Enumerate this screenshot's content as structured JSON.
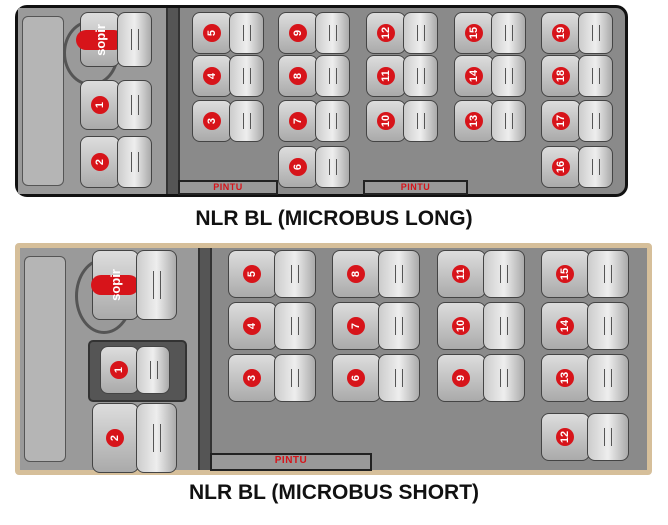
{
  "layouts": [
    {
      "title": "NLR BL (MICROBUS LONG)",
      "driver_label": "sopir",
      "door_label": "PINTU",
      "front_seats": [
        "1",
        "2"
      ],
      "seat_columns": [
        [
          "5",
          "4",
          "3"
        ],
        [
          "9",
          "8",
          "7",
          "6"
        ],
        [
          "12",
          "11",
          "10"
        ],
        [
          "15",
          "14",
          "13"
        ],
        [
          "19",
          "18",
          "17",
          "16"
        ]
      ]
    },
    {
      "title": "NLR BL (MICROBUS SHORT)",
      "driver_label": "sopir",
      "door_label": "PINTU",
      "front_seats": [
        "1",
        "2"
      ],
      "seat_columns": [
        [
          "5",
          "4",
          "3"
        ],
        [
          "8",
          "7",
          "6"
        ],
        [
          "11",
          "10",
          "9"
        ],
        [
          "15",
          "14",
          "13",
          "12"
        ]
      ]
    }
  ],
  "colors": {
    "seat_number_badge": "#d7141a",
    "short_frame": "#d6bf9a"
  }
}
